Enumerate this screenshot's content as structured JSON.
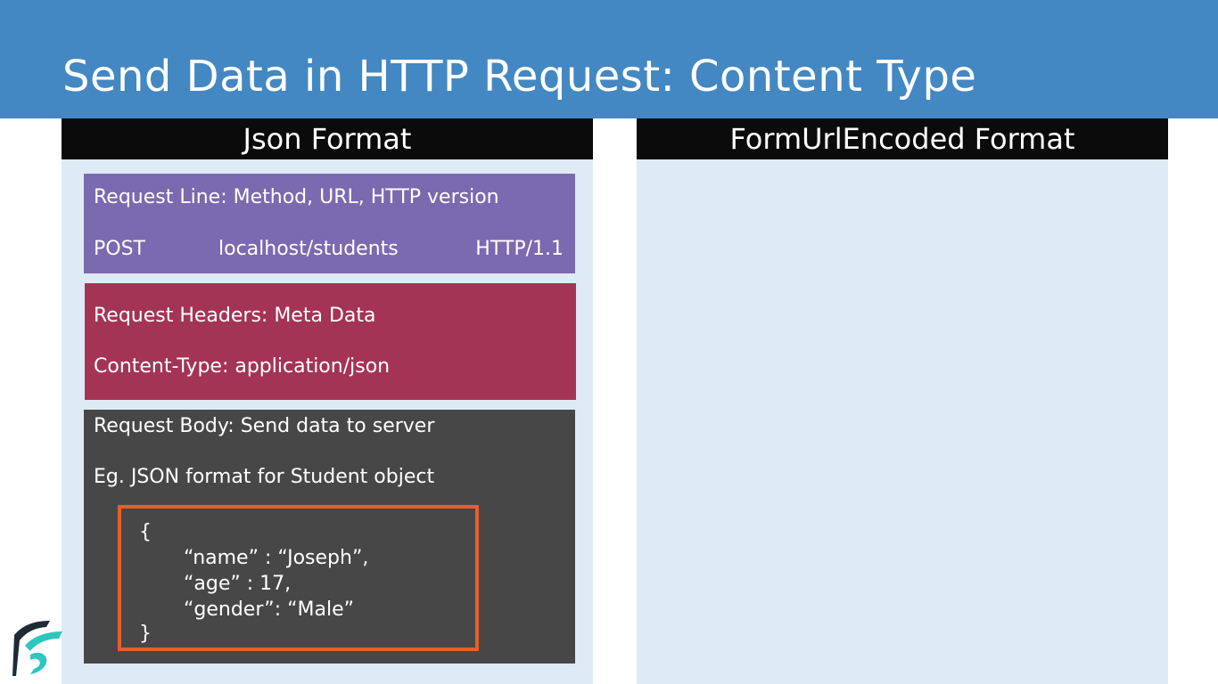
{
  "slide": {
    "title": "Send Data in HTTP Request: Content Type"
  },
  "left_column": {
    "header": "Json Format",
    "request_line": {
      "title": "Request Line: Method, URL, HTTP version",
      "method": "POST",
      "url": "localhost/students",
      "version": "HTTP/1.1"
    },
    "request_headers": {
      "title": "Request Headers: Meta Data",
      "content_type": "Content-Type: application/json"
    },
    "request_body": {
      "title": "Request Body: Send data to server",
      "subtitle": "Eg. JSON format for Student object",
      "json_lines": [
        "{",
        "“name” : “Joseph”,",
        "“age” : 17,",
        "“gender”: “Male”",
        "}"
      ]
    }
  },
  "right_column": {
    "header": "FormUrlEncoded Format"
  },
  "colors": {
    "title_bar": "#4388c2",
    "column_bg": "#deebf5",
    "request_line_bg": "#7a6ab0",
    "request_headers_bg": "#a43456",
    "request_body_bg": "#474747",
    "highlight_border": "#e4602b"
  },
  "logo": {
    "icon": "brand-logo-icon"
  }
}
